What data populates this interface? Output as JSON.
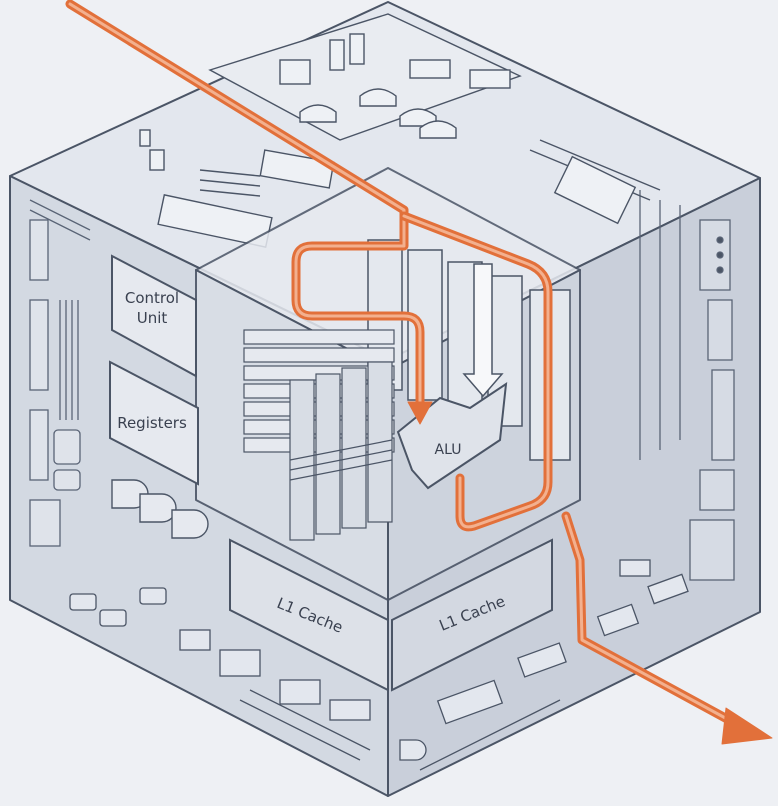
{
  "labels": {
    "control_unit_line1": "Control",
    "control_unit_line2": "Unit",
    "registers": "Registers",
    "alu": "ALU",
    "l1_cache_left": "L1 Cache",
    "l1_cache_right": "L1 Cache"
  },
  "colors": {
    "background": "#eef0f4",
    "face_top": "#e3e7ee",
    "face_left": "#cfd5df",
    "face_right": "#c6ccd7",
    "line": "#4b5566",
    "data_path": "#e2703a"
  }
}
